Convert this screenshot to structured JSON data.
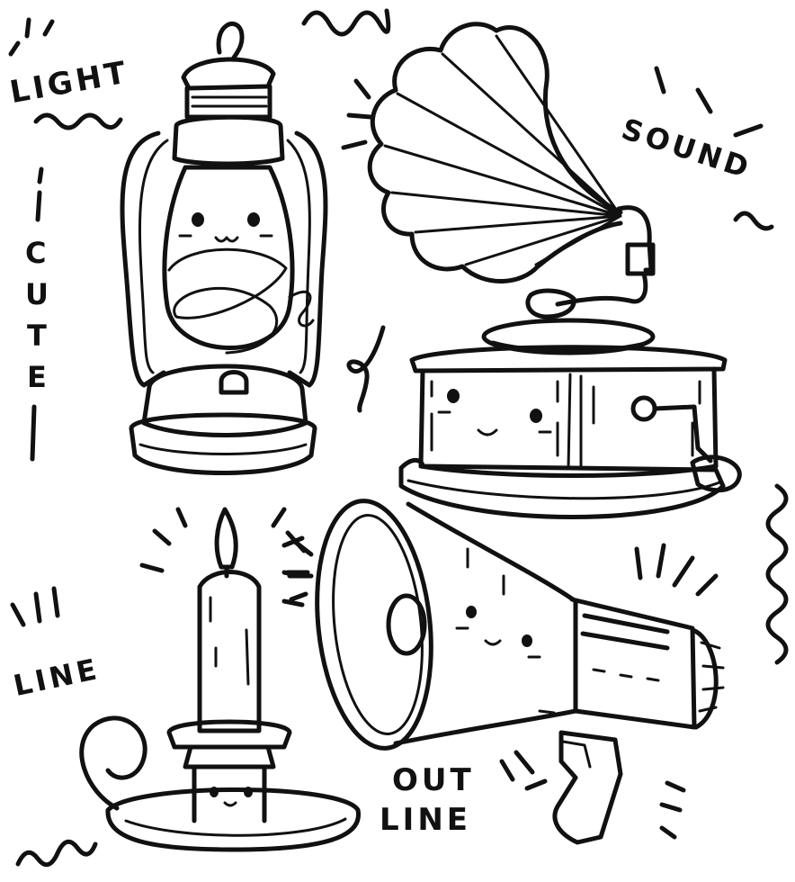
{
  "words": {
    "light": "LIGHT",
    "sound": "SOUND",
    "cute": [
      "C",
      "U",
      "T",
      "E"
    ],
    "line": "LINE",
    "out": "OUT",
    "out_line": "LINE"
  },
  "items": [
    "kerosene-lantern",
    "gramophone",
    "candle-holder",
    "megaphone"
  ],
  "ink_color": "#111111",
  "paper_color": "#ffffff"
}
